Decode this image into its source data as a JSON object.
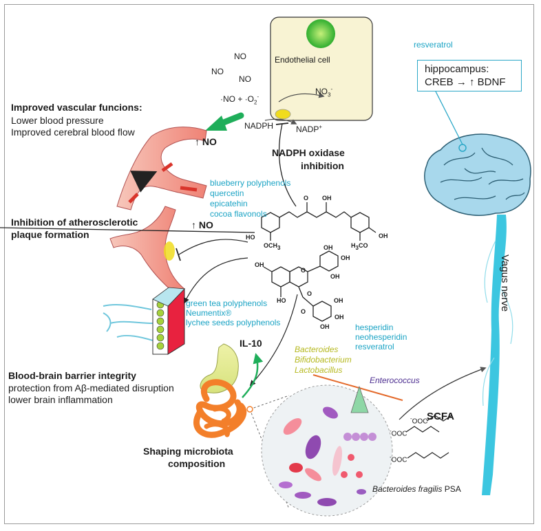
{
  "labels": {
    "resveratrol_top": "resveratrol",
    "hippocampus_line1": "hippocampus:",
    "hippocampus_line2": "CREB → ↑ BDNF",
    "vagus_nerve": "Vagus nerve",
    "no_1": "NO",
    "no_2": "NO",
    "no_3": "NO",
    "endothelial_cell": "Endothelial cell",
    "reaction_left": "·NO + ·O",
    "reaction_o2_sub": "2",
    "reaction_o2_sup": "-",
    "no3": "NO",
    "no3_sub": "3",
    "no3_sup": "-",
    "nadph": "NADPH",
    "nadp": "NADP",
    "nadp_sup": "+",
    "vascular_title": "Improved vascular funcions:",
    "vascular_line1": "Lower blood pressure",
    "vascular_line2": "Improved cerebral blood flow",
    "up_no_1": "↑ NO",
    "up_no_2": "↑ NO",
    "nadph_oxidase_line1": "NADPH oxidase",
    "nadph_oxidase_line2": "inhibition",
    "polyphenol_group_1": [
      "blueberry polyphenols",
      "quercetin",
      "epicatehin",
      "cocoa flavonols"
    ],
    "athero_line1": "Inhibition of atherosclerotic",
    "athero_line2": "plaque formation",
    "chem_ho_1": "HO",
    "chem_och3": "OCH",
    "chem_och3_sub": "3",
    "chem_h3co": "H",
    "chem_h3co_sub": "3",
    "chem_h3co_tail": "CO",
    "chem_o_1": "O",
    "chem_oh_1": "OH",
    "chem_oh_2": "OH",
    "chem_oh_3": "OH",
    "chem_oh_4": "OH",
    "chem_oh_5": "OH",
    "chem_oh_6": "OH",
    "chem_oh_7": "OH",
    "chem_oh_8": "OH",
    "chem_oh_9": "OH",
    "chem_ho_2": "HO",
    "chem_o_2": "O",
    "chem_o_3": "O",
    "chem_o_4": "O",
    "polyphenol_group_2": [
      "green tea polyphenols",
      "Neumentix®",
      "lychee seeds polyphenols"
    ],
    "polyphenol_group_3": [
      "hesperidin",
      "neohesperidin",
      "resveratrol"
    ],
    "il10": "IL-10",
    "bacteria_up": [
      "Bacteroides",
      "Bifidobacterium",
      "Lactobacillus"
    ],
    "enterococcus": "Enterococcus",
    "bbb_title": "Blood-brain barrier integrity",
    "bbb_line1": "protection from Aβ-mediated disruption",
    "bbb_line2": "lower brain inflammation",
    "scfa": "SCFA",
    "ooc_1": "-",
    "ooc_1_tail": "OOC",
    "ooc_2": "-",
    "ooc_2_tail": "OOC",
    "ooc_3": "-",
    "ooc_3_tail": "OOC",
    "microbiota_line1": "Shaping microbiota",
    "microbiota_line2": "composition",
    "psa_italic": "Bacteroides fragilis",
    "psa_tail": " PSA"
  },
  "colors": {
    "cyan_text": "#1aa3c4",
    "olive_text": "#b5b81e",
    "purple_text": "#4b2c8f",
    "green_arrow": "#1fae5a",
    "vessel_pink": "#f2a29a",
    "brain_blue": "#a8d8ec",
    "nerve_cyan": "#3cc6e0",
    "gut_orange": "#f37f2a",
    "cell_fill": "#f8f3d3",
    "bbb_red": "#e8223f",
    "bbb_green": "#a6d23c"
  }
}
